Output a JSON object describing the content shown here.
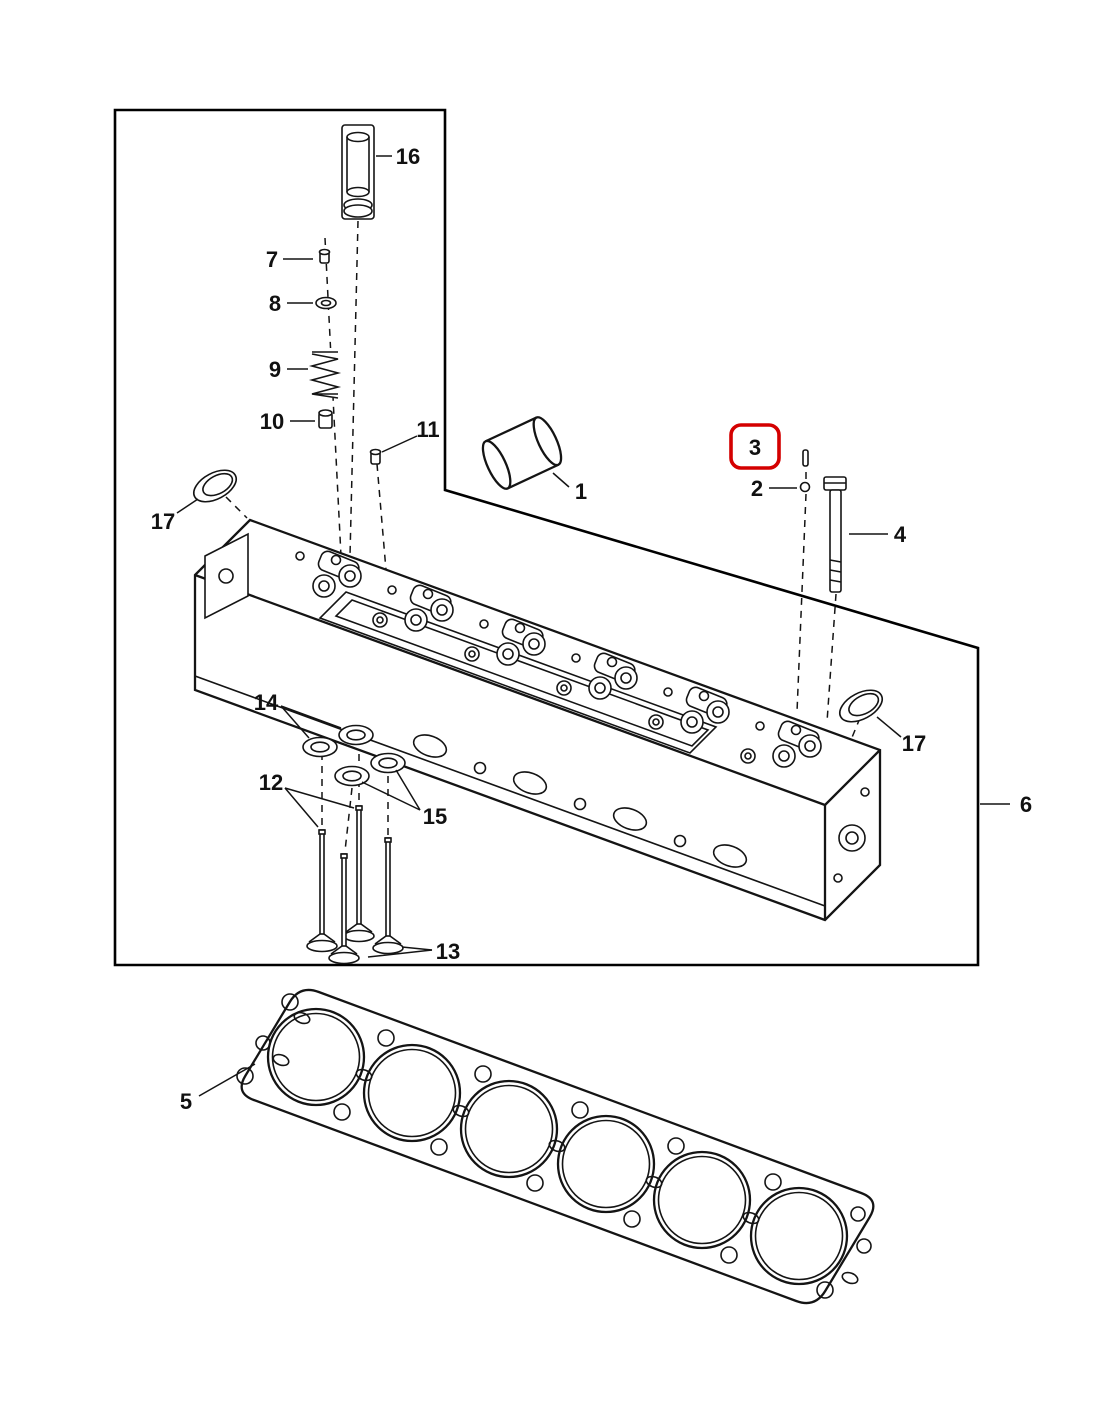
{
  "figure": {
    "title": "cylinder-head-exploded-parts-diagram",
    "background_color": "#ffffff",
    "line_color": "#141414",
    "highlight": {
      "part": "3",
      "color": "#d40000"
    },
    "callouts": {
      "part1": "1",
      "part2": "2",
      "part3": "3",
      "part4": "4",
      "part5": "5",
      "part6": "6",
      "part7": "7",
      "part8": "8",
      "part9": "9",
      "part10": "10",
      "part11": "11",
      "part12": "12",
      "part13": "13",
      "part14": "14",
      "part15": "15",
      "part16": "16",
      "part17_left": "17",
      "part17_right": "17"
    }
  }
}
